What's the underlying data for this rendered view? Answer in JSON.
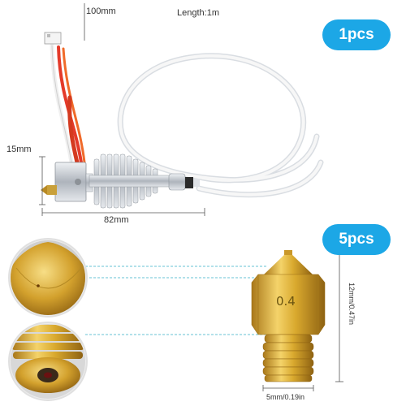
{
  "hotend": {
    "badge": "1pcs",
    "length_label": "Length:1m",
    "wire_label": "100mm",
    "height_label": "15mm",
    "width_label": "82mm"
  },
  "nozzle": {
    "badge": "5pcs",
    "size_marking": "0.4",
    "height_label": "12mm/0.47in",
    "width_label": "5mm/0.19in"
  },
  "colors": {
    "badge": "#1ca7e6",
    "brass": "#d9a92e",
    "aluminum": "#c7ccd3",
    "ptfe": "#f3f3f3",
    "wire_red": "#e43a2a"
  }
}
